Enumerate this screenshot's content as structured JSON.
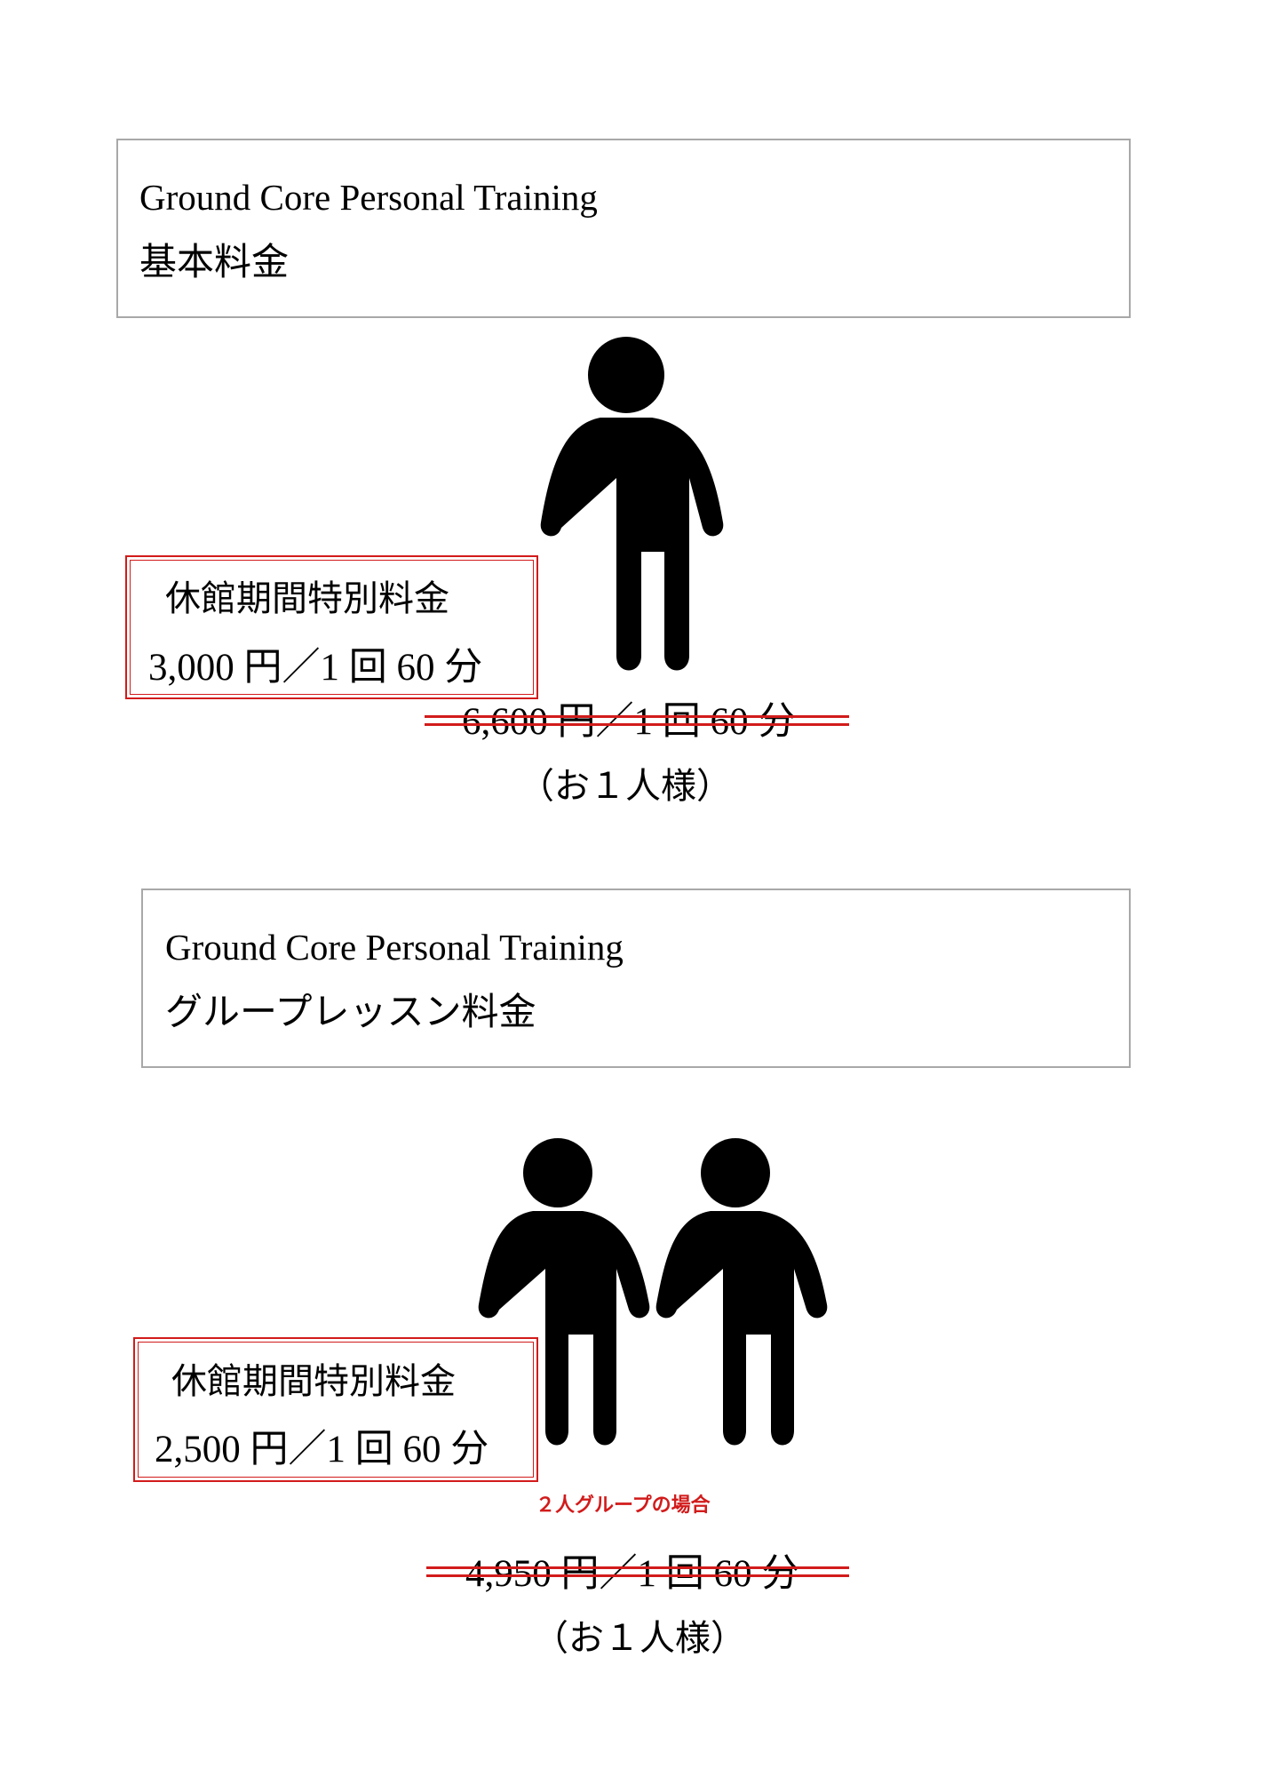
{
  "basic_plan": {
    "brand": "Ground Core Personal Training",
    "title": "基本料金",
    "figure_icon": "person-icon",
    "special_title": "休館期間特別料金",
    "special_price": "3,000 円／1 回 60 分",
    "regular_price": "6,600  円／1 回 60 分",
    "per_person": "（お１人様）"
  },
  "group_plan": {
    "brand": "Ground Core Personal Training",
    "title": "グループレッスン料金",
    "figure_icon": "two-people-icon",
    "special_title": "休館期間特別料金",
    "special_price": "2,500 円／1 回 60 分",
    "group_note": "２人グループの場合",
    "regular_price": "4,950 円／1 回 60 分",
    "per_person": "（お１人様）"
  },
  "colors": {
    "accent_red": "#d21b1b",
    "border_gray": "#a8a8a8",
    "icon_black": "#000000"
  }
}
